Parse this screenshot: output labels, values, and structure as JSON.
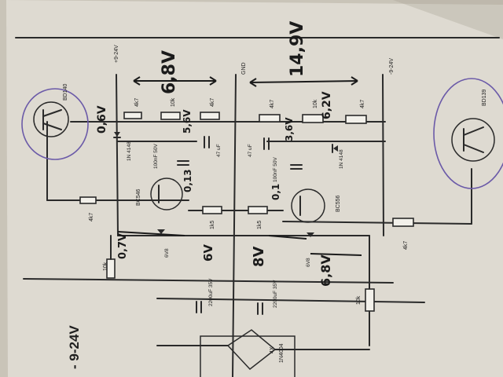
{
  "title": "- 9-24V",
  "supply": {
    "left": "+9-24V",
    "gnd": "GND",
    "right": "-9-24V"
  },
  "components": {
    "bd140": "BD140",
    "bd139": "BD139",
    "bc546": "BC546",
    "bc556": "BC556",
    "r_4k7_top_left": "4k7",
    "r_10k_top_left": "10k",
    "r_4k7_top_left2": "4k7",
    "r_4k7_top_right": "4k7",
    "r_10k_top_right": "10k",
    "r_4k7_top_right2": "4k7",
    "r_4k7_mid_left": "4k7",
    "r_1k5_left": "1k5",
    "r_1k5_right": "1k5",
    "r_10k_bottom_left": "10k",
    "r_4k7_bottom_right": "4k7",
    "r_10k_bottom_right": "10k",
    "diode_left_type": "1N\n4148",
    "diode_right_type": "1N\n4148",
    "cap_100n_left": "100nF\n50V",
    "cap_47_left": "47\nuF",
    "cap_47_right": "47\nuF",
    "cap_100n_right": "100nF\n50V",
    "zener_left": "6V8",
    "zener_right": "6V8",
    "cap_2200_left": "2200uF\n35V",
    "cap_2200_right": "2200uF\n35V",
    "bridge_count": "4X",
    "bridge_type": "1N4004"
  },
  "annotations": {
    "v_top_left": "6,8V",
    "v_top_right": "14,9V",
    "v_bd140": "0,6V",
    "v_56": "5,6V",
    "v_36": "3,6V",
    "v_62": "6,2V",
    "v_013": "0,13",
    "v_01": "0,1",
    "v_07": "0,7V",
    "v_6": "6V",
    "v_8": "8V",
    "v_68": "6,8V"
  }
}
